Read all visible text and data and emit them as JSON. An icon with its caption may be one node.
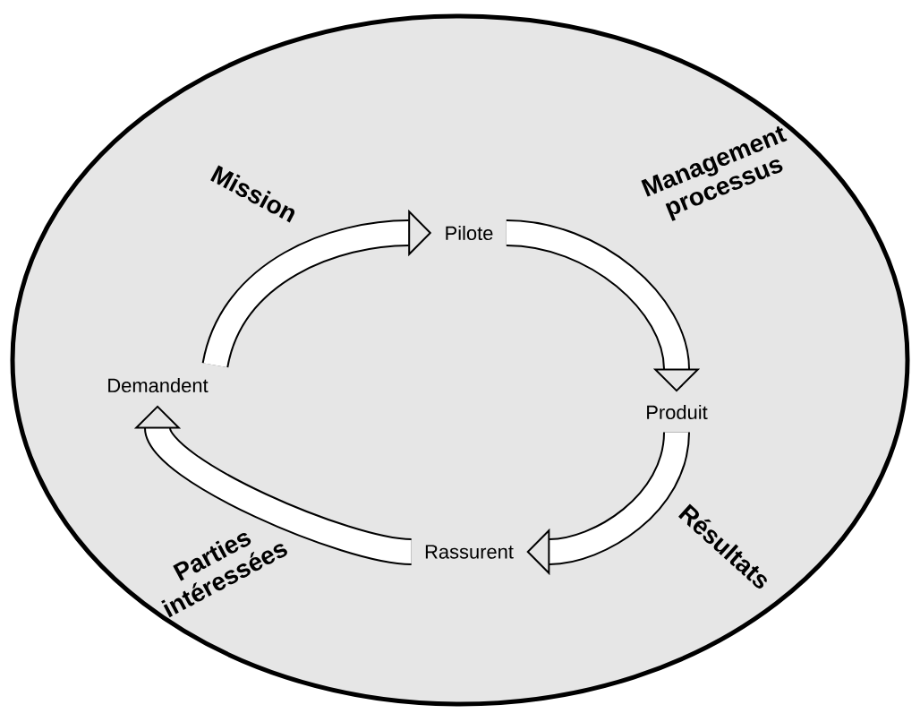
{
  "diagram": {
    "nodes": [
      {
        "text": [
          "Pilote"
        ]
      },
      {
        "text": [
          "Produit"
        ]
      },
      {
        "text": [
          "Rassurent"
        ]
      },
      {
        "text": [
          "Demandent"
        ]
      }
    ],
    "edges": [
      {
        "from": 3,
        "to": 0,
        "arrow": "to",
        "label": "Mission"
      },
      {
        "from": 0,
        "to": 1,
        "arrow": "to",
        "label": "Management processus"
      },
      {
        "from": 1,
        "to": 2,
        "arrow": "to",
        "label": "Résultats"
      },
      {
        "from": 2,
        "to": 3,
        "arrow": "to",
        "label": "Parties intéressées"
      }
    ]
  }
}
